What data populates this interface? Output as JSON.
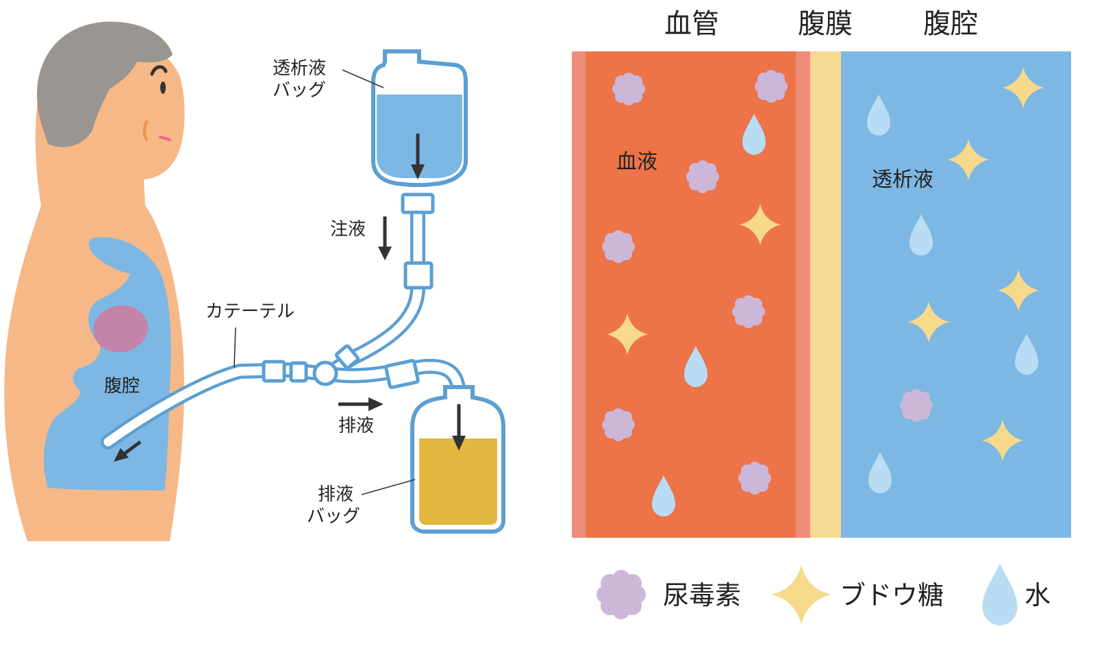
{
  "labels": {
    "dialysate_bag": [
      "透析液",
      "バッグ"
    ],
    "infusion": "注液",
    "catheter": "カテーテル",
    "abdominal_cavity_body": "腹腔",
    "drainage": "排液",
    "drain_bag": [
      "排液",
      "バッグ"
    ]
  },
  "membrane": {
    "headers": {
      "blood_vessel": "血管",
      "peritoneum": "腹膜",
      "cavity": "腹腔"
    },
    "blood": "血液",
    "dialysate": "透析液"
  },
  "legend": {
    "uremic_toxin": "尿毒素",
    "glucose": "ブドウ糖",
    "water": "水"
  },
  "colors": {
    "skin": "#f6b886",
    "hair": "#9a9590",
    "blood": "#ed7348",
    "blood_edge": "#ee8e7a",
    "peritoneum": "#f5d892",
    "cavity": "#7db8e4",
    "fluid_blue": "#7db8e4",
    "drain_yellow": "#e3b840",
    "toxin": "#cdb7d8",
    "glucose": "#f7d98b",
    "water": "#b8dcf3",
    "tube": "#5b9fd3",
    "organ": "#c483a8"
  }
}
